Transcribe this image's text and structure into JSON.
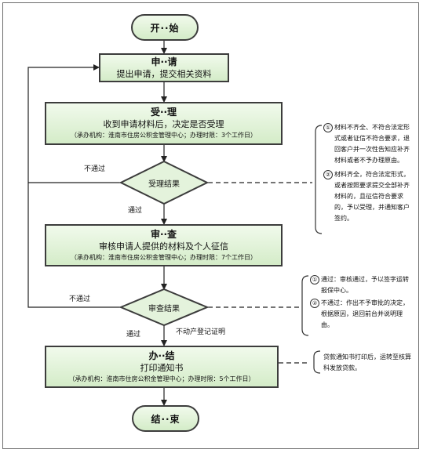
{
  "nodes": {
    "start": "开··始",
    "apply": {
      "title": "申··请",
      "desc": "提出申请，提交相关资料"
    },
    "accept": {
      "title": "受··理",
      "desc": "收到申请材料后，决定是否受理",
      "meta": "（承办机构：淮南市住房公积金管理中心；办理时限：3个工作日）"
    },
    "accept_decision": "受理结果",
    "review": {
      "title": "审··查",
      "desc": "审核申请人提供的材料及个人征信",
      "meta": "（承办机构：淮南市住房公积金管理中心；办理时限：7个工作日）"
    },
    "review_decision": "审查结果",
    "complete": {
      "title": "办··结",
      "desc": "打印通知书",
      "meta": "（承办机构：淮南市住房公积金管理中心；办理时限：5个工作日）"
    },
    "end": "结··束"
  },
  "edges": {
    "not_pass_1": "不通过",
    "pass_1": "通过",
    "not_pass_2": "不通过",
    "pass_2": "通过",
    "no_property_proof": "不动产登记证明"
  },
  "notes": {
    "accept": [
      {
        "num": "①",
        "text": "材料不齐全、不符合法定形式或者证信不符合要求，退回客户并一次性告知应补齐材料或者不予办理原由。"
      },
      {
        "num": "②",
        "text": "材料齐全，符合法定形式，或者按照要求提交全部补齐材料的，且征信符合要求的，予以受理，并通知客户签约。"
      }
    ],
    "review": [
      {
        "num": "①",
        "text": "通过：审核通过，予以签字运转报保中心。"
      },
      {
        "num": "②",
        "text": "不通过：作出不予审批的决定，根据原因，退回前台并说明理由。"
      }
    ],
    "complete": "贷款通知书打印后，运转至核算科发放贷款。"
  }
}
